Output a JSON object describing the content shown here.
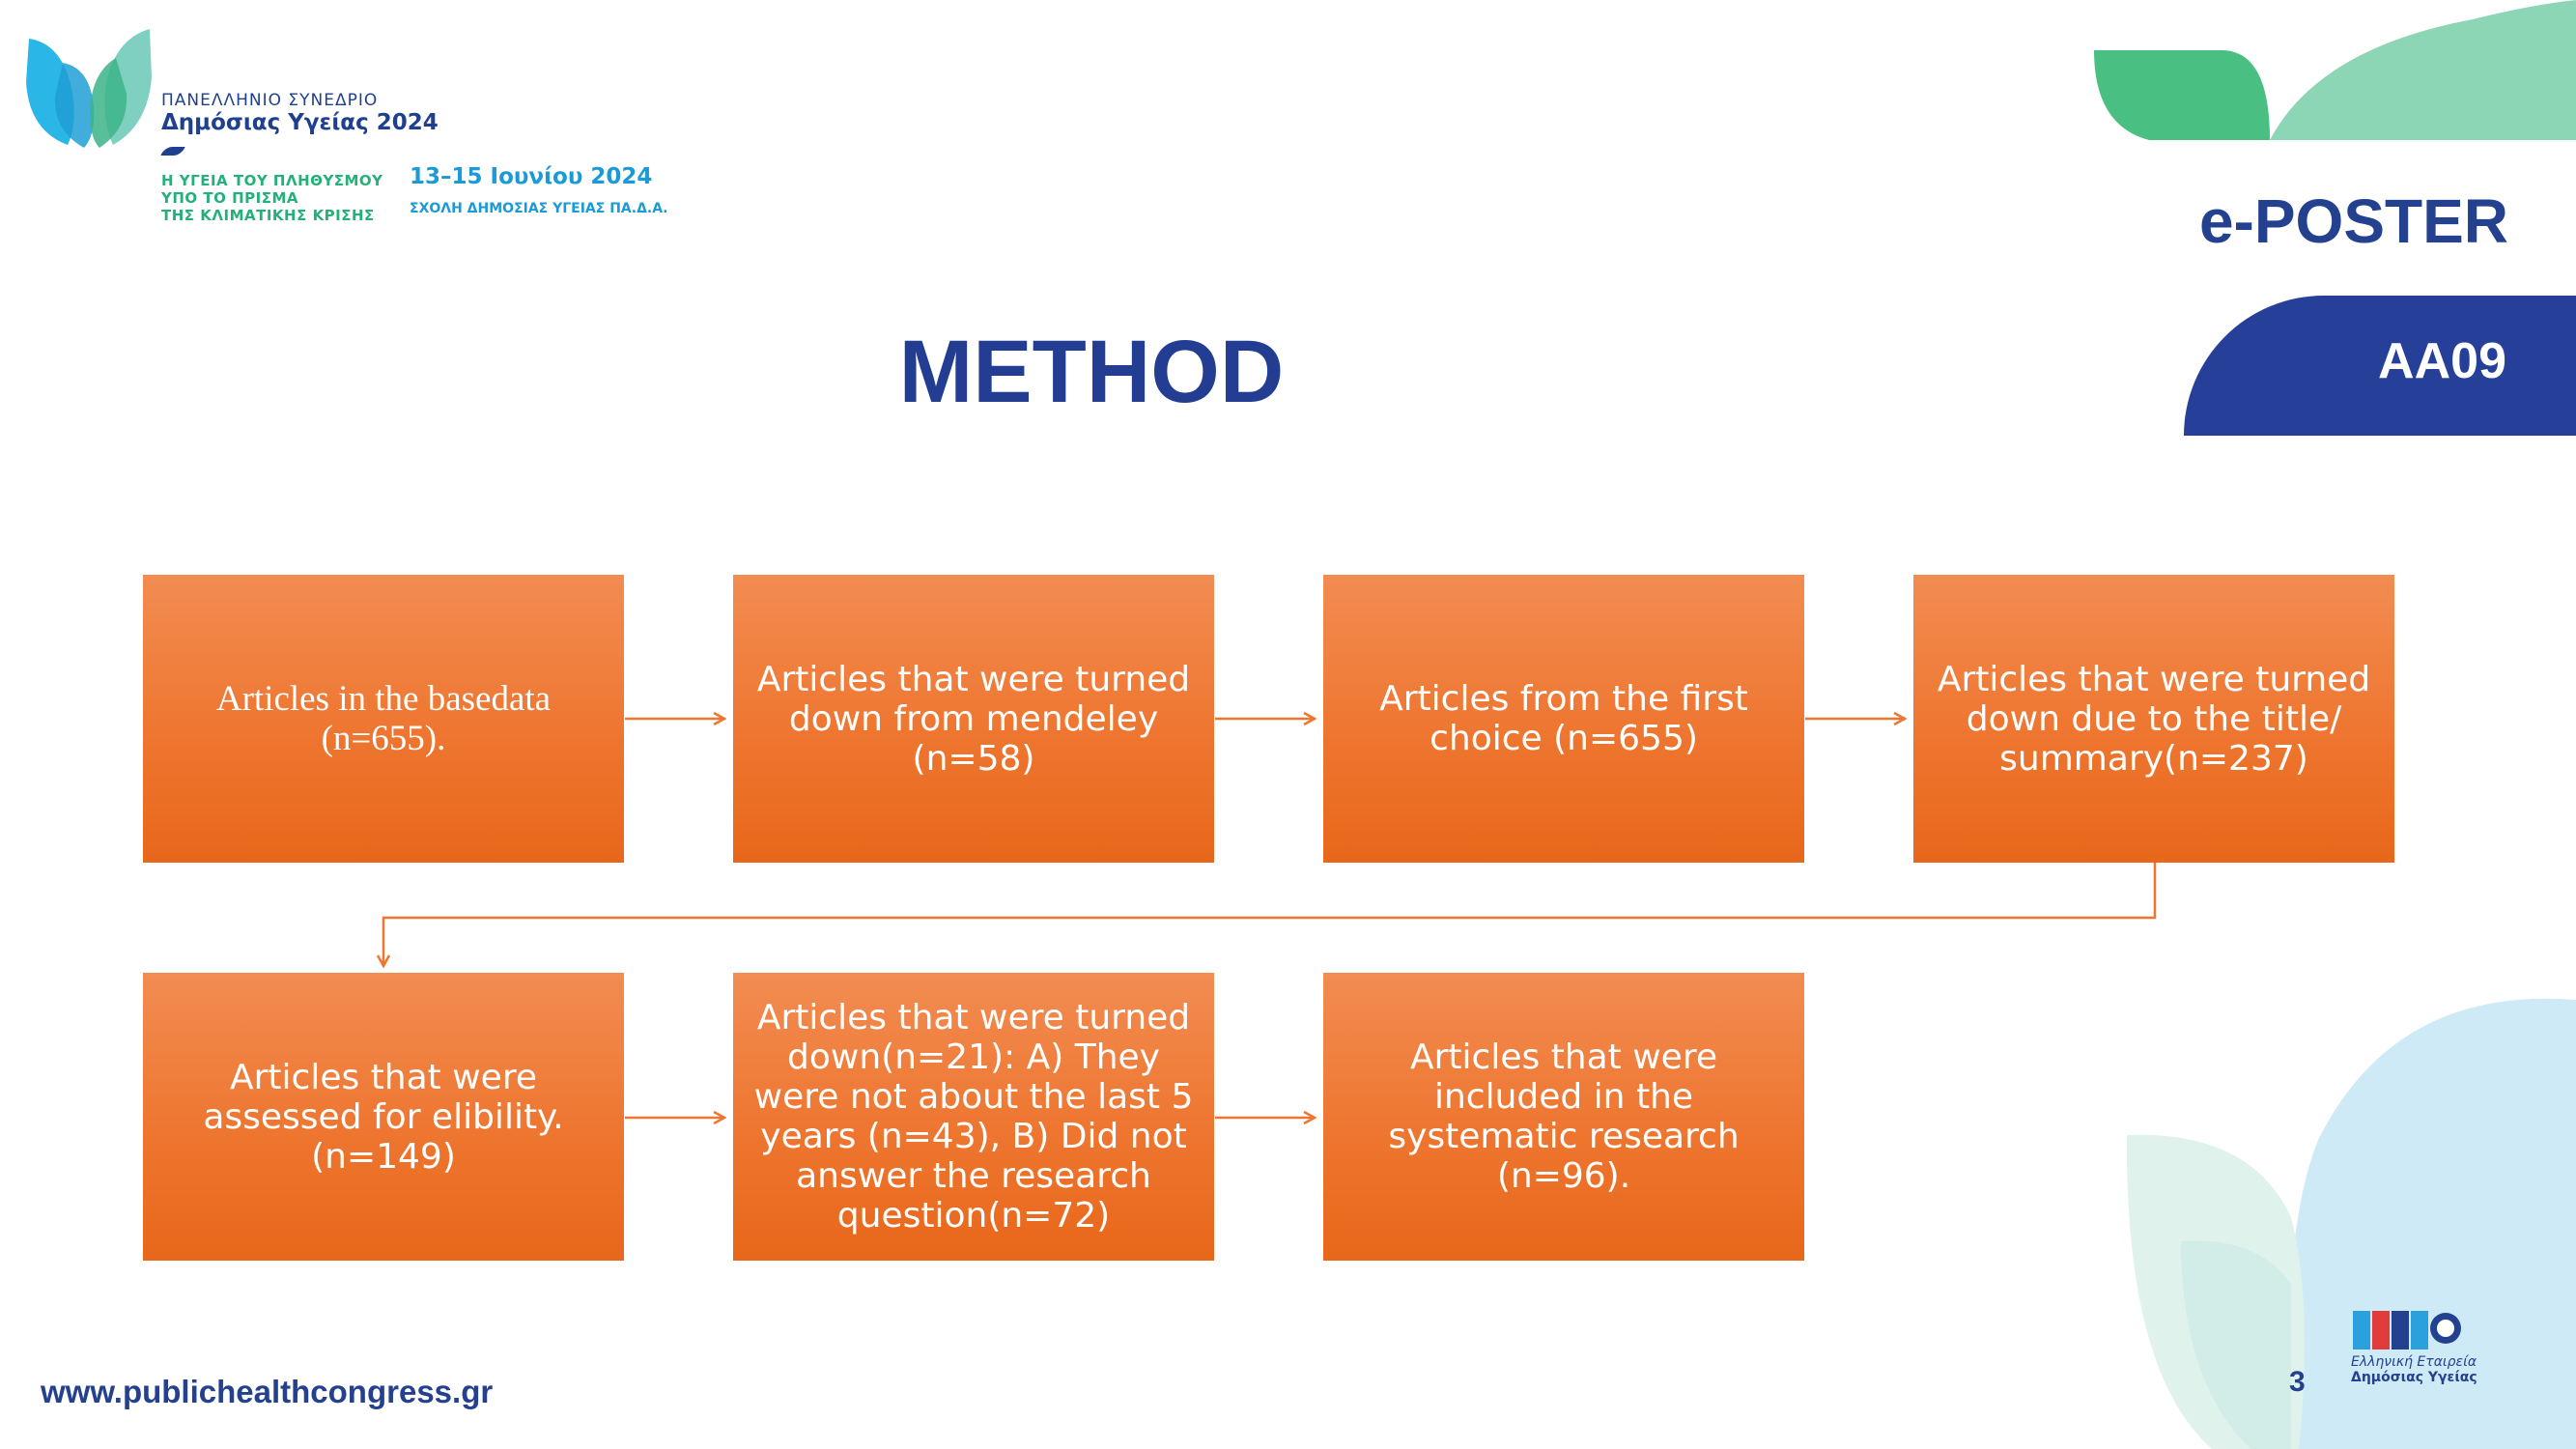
{
  "header": {
    "conference_line1": "ΠΑΝΕΛΛΗΝΙΟ ΣΥΝΕΔΡΙΟ",
    "conference_line2": "Δημόσιας Υγείας 2024",
    "theme_lines": [
      "Η ΥΓΕΙΑ ΤΟΥ ΠΛΗΘΥΣΜΟΥ",
      "ΥΠΟ ΤΟ ΠΡΙΣΜΑ",
      "ΤΗΣ ΚΛΙΜΑΤΙΚΗΣ ΚΡΙΣΗΣ"
    ],
    "dates": "13–15 Ιουνίου 2024",
    "school": "ΣΧΟΛΗ ΔΗΜΟΣΙΑΣ ΥΓΕΙΑΣ ΠΑ.Δ.Α.",
    "badge": "e-POSTER",
    "code": "AA09"
  },
  "title": "METHOD",
  "flow": {
    "boxes": [
      {
        "id": "b1",
        "text": "Articles in the basedata (n=655)."
      },
      {
        "id": "b2",
        "text": "Articles that were turned down from mendeley (n=58)"
      },
      {
        "id": "b3",
        "text": "Articles from the first choice (n=655)"
      },
      {
        "id": "b4",
        "text": "Articles that were turned down due to the title/ summary(n=237)"
      },
      {
        "id": "b5",
        "text": "Articles that were assessed for elibility. (n=149)"
      },
      {
        "id": "b6",
        "text": "Articles that were turned down(n=21): A) They were not about the last 5 years (n=43), B) Did not answer the research question(n=72)"
      },
      {
        "id": "b7",
        "text": "Articles that were included in the systematic research (n=96)."
      }
    ]
  },
  "footer": {
    "url": "www.publichealthcongress.gr",
    "page": "3",
    "society_line1": "Ελληνική Εταιρεία",
    "society_line2": "Δημόσιας Υγείας"
  },
  "colors": {
    "brand_blue": "#24418f",
    "box_orange": "#ee7630",
    "connector": "#ee7630",
    "green_light": "#8dd6b5",
    "green_dark": "#49c081",
    "sky_light": "#cfeaf7"
  }
}
